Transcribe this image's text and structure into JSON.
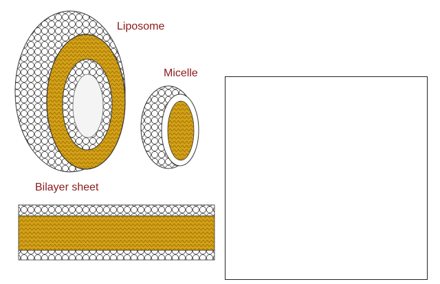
{
  "labels": {
    "liposome": "Liposome",
    "micelle": "Micelle",
    "bilayer": "Bilayer sheet"
  },
  "colors": {
    "label": "#8b1a1a",
    "tail_gold": "#d4a017",
    "tail_dark": "#8a6500",
    "head_fill": "#ffffff",
    "head_stroke": "#333333",
    "panel_border": "#222222",
    "tube_gray": "#a8a8a8"
  }
}
